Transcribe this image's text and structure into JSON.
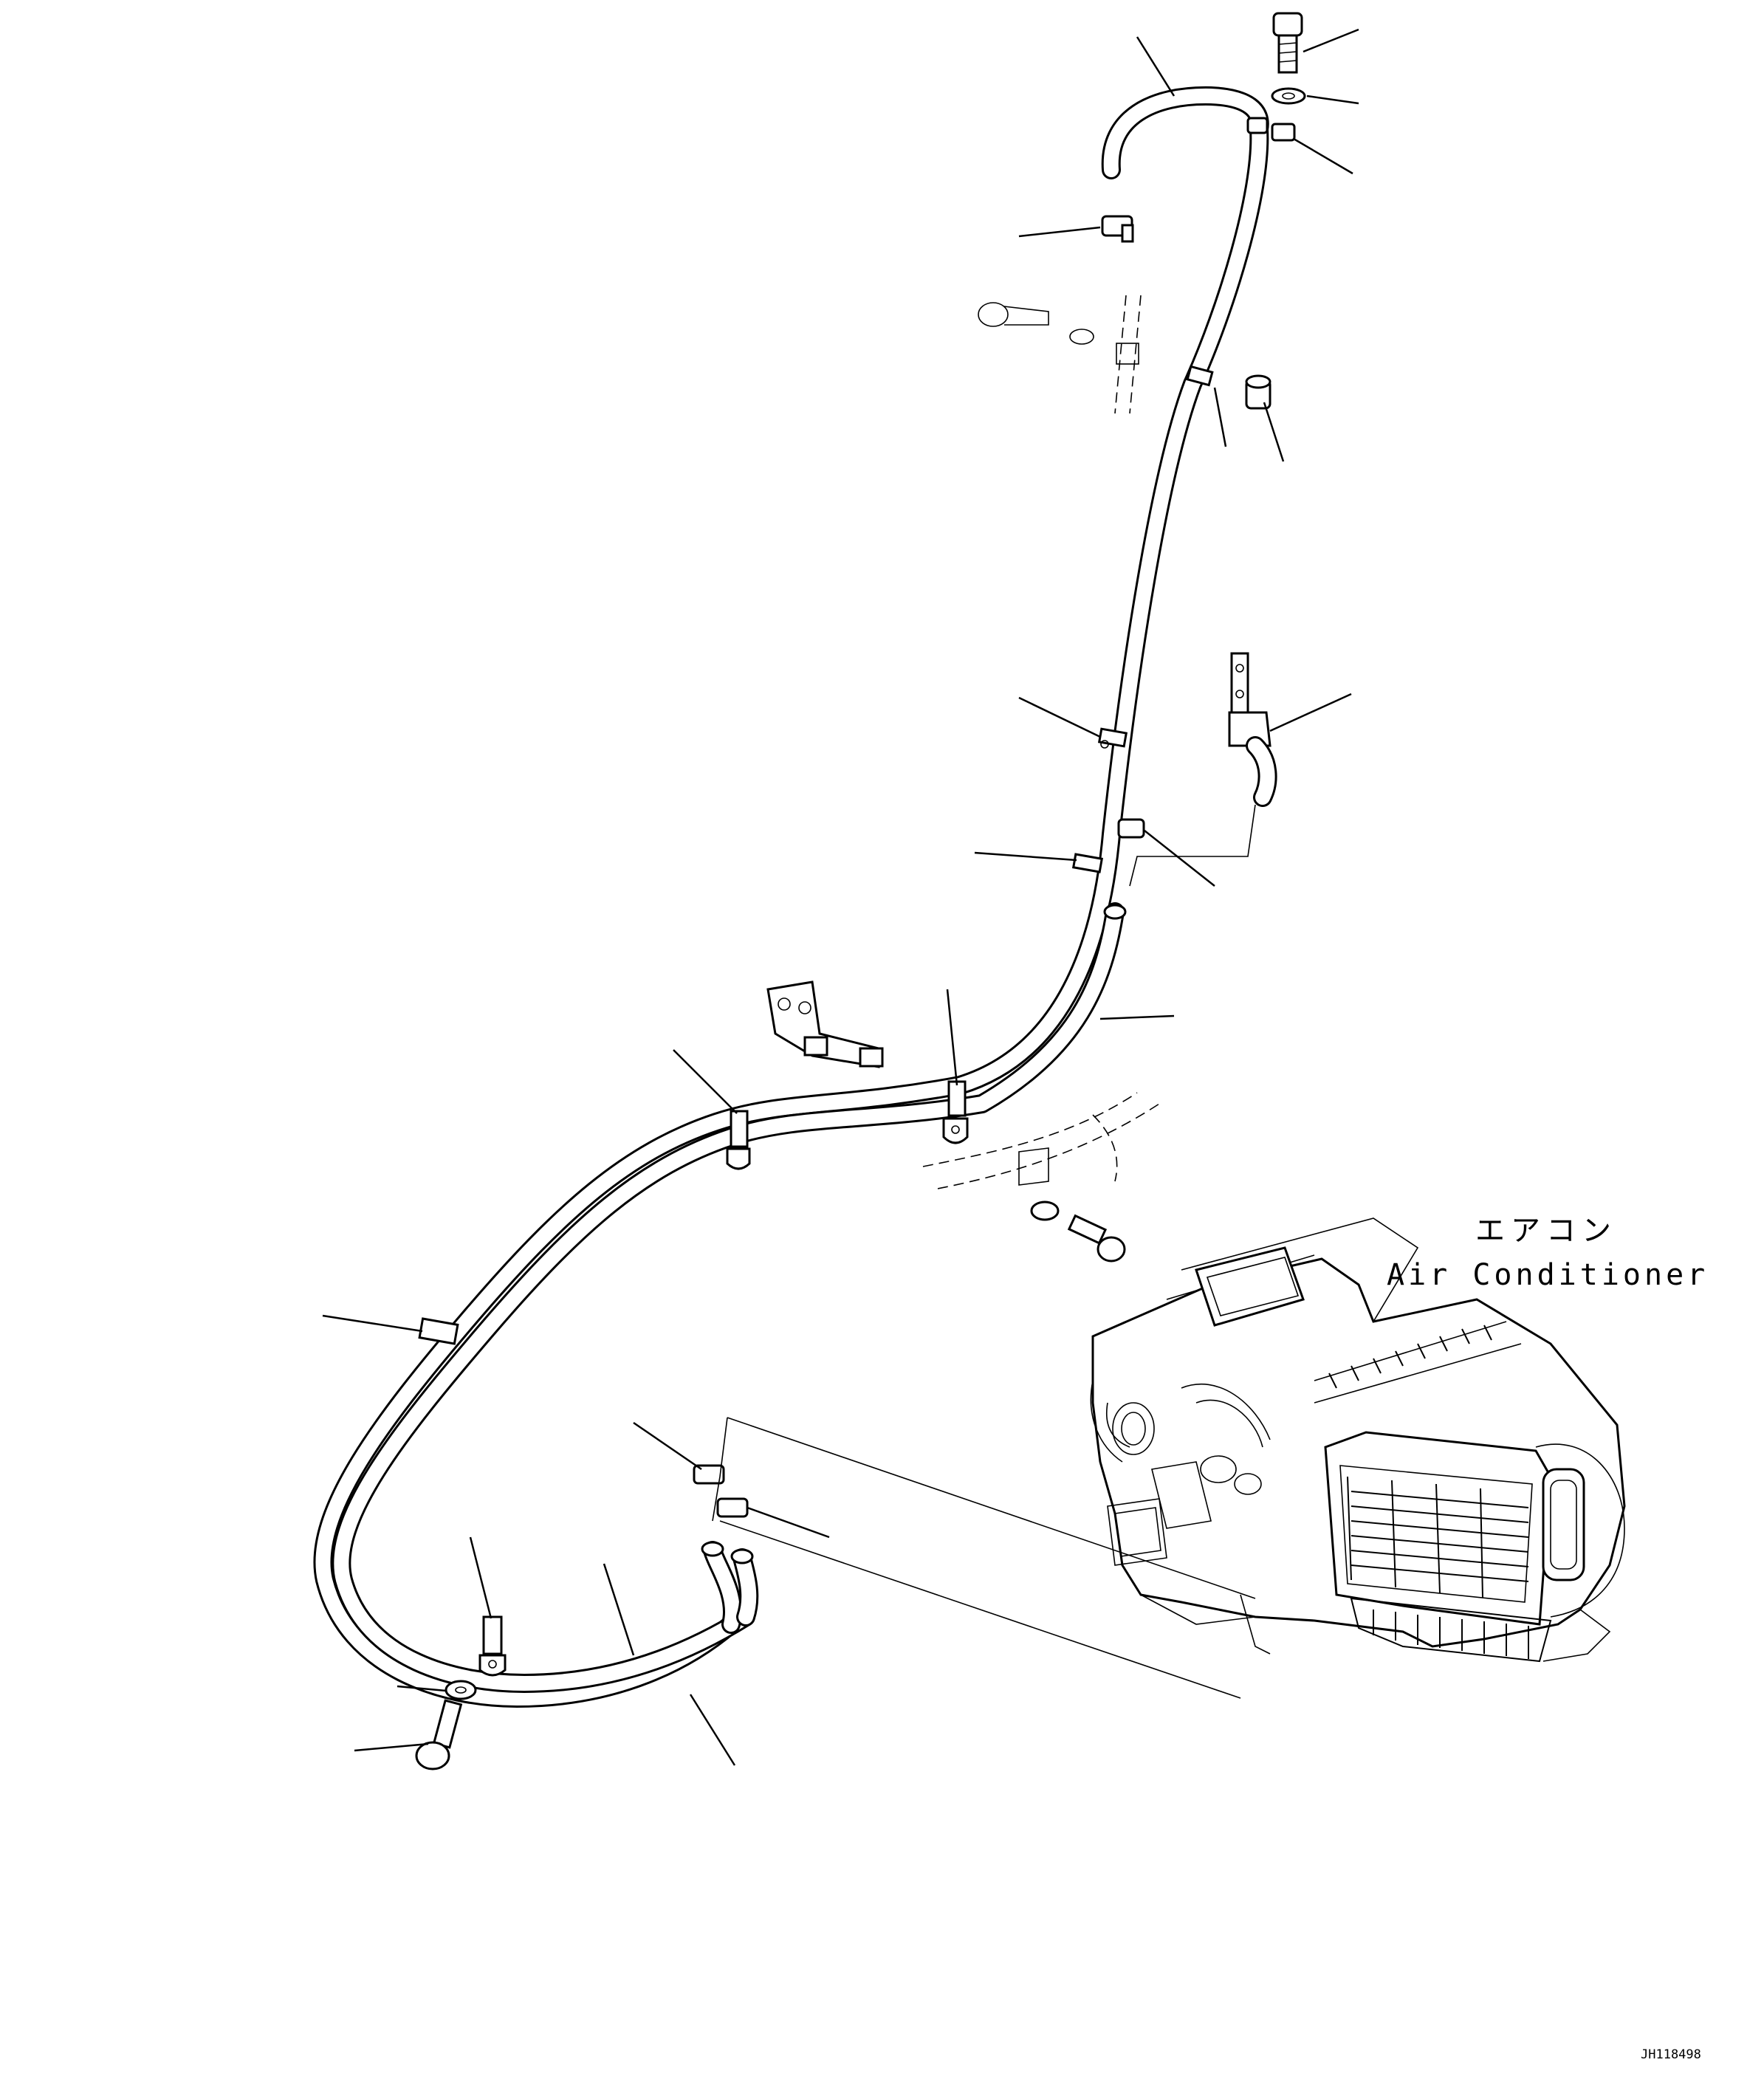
{
  "callout": {
    "japanese": "エアコン",
    "english": "Air Conditioner"
  },
  "drawing_code": "JH118498",
  "icons": {
    "hose": "hose-line",
    "clamp": "hose-clamp-icon",
    "bolt": "bolt-icon",
    "washer": "washer-icon",
    "bracket": "bracket-icon",
    "unit": "air-conditioner-unit"
  }
}
